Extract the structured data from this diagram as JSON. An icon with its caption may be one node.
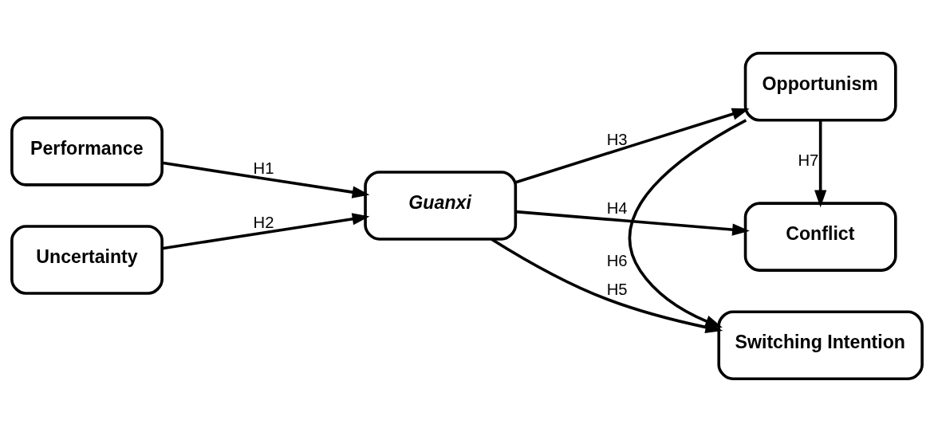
{
  "diagram": {
    "nodes": [
      {
        "text": [
          "Performance"
        ]
      },
      {
        "text": [
          "Uncertainty"
        ]
      },
      {
        "text": [
          "Guanxi"
        ]
      },
      {
        "text": [
          "Conflict"
        ]
      },
      {
        "text": [
          "Opportunism"
        ]
      },
      {
        "text": [
          "Switching Intention"
        ]
      }
    ],
    "edges": [
      {
        "from": 0,
        "to": 2,
        "arrow": "to",
        "label": "H1"
      },
      {
        "from": 1,
        "to": 2,
        "arrow": "to",
        "label": "H2"
      },
      {
        "from": 2,
        "to": 4,
        "arrow": "to",
        "label": "H3"
      },
      {
        "from": 2,
        "to": 3,
        "arrow": "to",
        "label": "H4"
      },
      {
        "from": 2,
        "to": 5,
        "arrow": "to",
        "label": "H5"
      },
      {
        "from": 4,
        "to": 5,
        "arrow": "to",
        "label": "H6"
      },
      {
        "from": 4,
        "to": 3,
        "arrow": "to",
        "label": "H7"
      }
    ]
  }
}
